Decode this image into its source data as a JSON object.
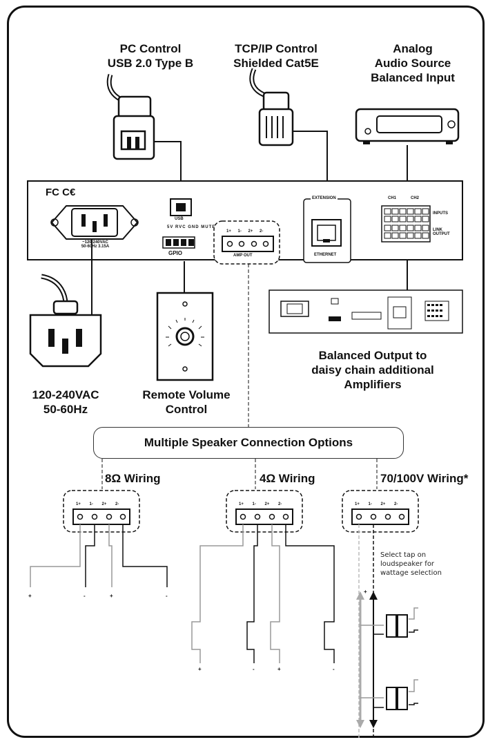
{
  "top_labels": {
    "pc_line1": "PC Control",
    "pc_line2": "USB 2.0 Type B",
    "tcp_line1": "TCP/IP Control",
    "tcp_line2_bold": "Shielded",
    "tcp_line2_rest": " Cat5E",
    "analog_line1": "Analog",
    "analog_line2": "Audio Source",
    "analog_line3": "Balanced Input"
  },
  "panel": {
    "cert_marks": "FC C€",
    "power_rating_line1": "~120-240VAC",
    "power_rating_line2": "50-60Hz 3.15A",
    "usb_label": "USB",
    "gpio_label": "GPIO",
    "gpio_pins": [
      "5V",
      "RVC",
      "GND",
      "MUTE"
    ],
    "amp_out_label": "AMP OUT",
    "amp_pins": [
      "1+",
      "1-",
      "2+",
      "2-"
    ],
    "extension_label": "EXTENSION",
    "ethernet_label": "ETHERNET",
    "ch1_label": "CH1",
    "ch2_label": "CH2",
    "inputs_label": "INPUTS",
    "link_label": "LINK",
    "output_label": "OUTPUT"
  },
  "captions": {
    "power_line1": "120-240VAC",
    "power_line2": "50-60Hz",
    "remote_line1": "Remote Volume",
    "remote_line2": "Control",
    "balanced_line1": "Balanced Output to",
    "balanced_line2": "daisy chain additional",
    "balanced_line3": "Amplifiers"
  },
  "speaker_options_title": "Multiple Speaker Connection Options",
  "wiring": [
    {
      "label": "8Ω Wiring",
      "pins": [
        "1+",
        "1-",
        "2+",
        "2-"
      ]
    },
    {
      "label": "4Ω Wiring",
      "pins": [
        "1+",
        "1-",
        "2+",
        "2-"
      ]
    },
    {
      "label": "70/100V Wiring*",
      "pins": [
        "1+",
        "1-",
        "2+",
        "2-"
      ]
    }
  ],
  "tap_note": [
    "Select tap on",
    "loudspeaker for",
    "wattage selection"
  ],
  "polarity": {
    "plus": "+",
    "minus": "-"
  }
}
